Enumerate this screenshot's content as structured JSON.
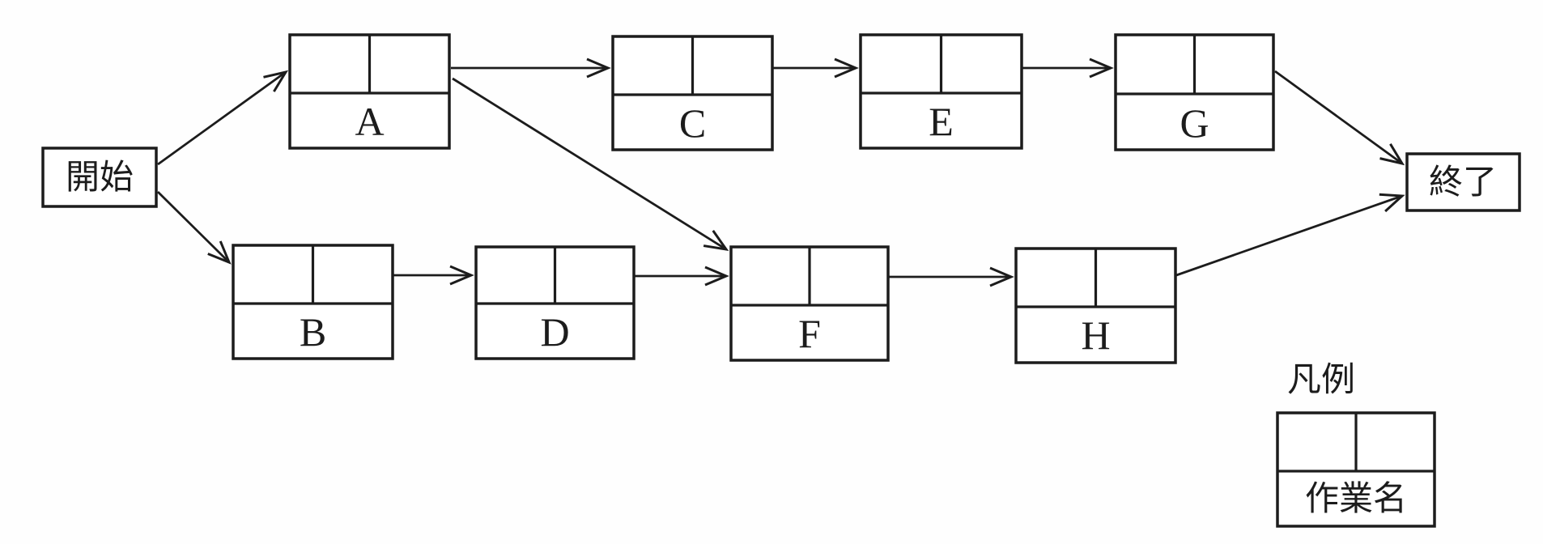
{
  "diagram": {
    "start": {
      "label": "開始"
    },
    "end": {
      "label": "終了"
    },
    "nodes": [
      {
        "id": "A",
        "label": "A"
      },
      {
        "id": "B",
        "label": "B"
      },
      {
        "id": "C",
        "label": "C"
      },
      {
        "id": "D",
        "label": "D"
      },
      {
        "id": "E",
        "label": "E"
      },
      {
        "id": "F",
        "label": "F"
      },
      {
        "id": "G",
        "label": "G"
      },
      {
        "id": "H",
        "label": "H"
      }
    ],
    "edges": [
      {
        "from": "開始",
        "to": "A"
      },
      {
        "from": "開始",
        "to": "B"
      },
      {
        "from": "A",
        "to": "C"
      },
      {
        "from": "A",
        "to": "F"
      },
      {
        "from": "B",
        "to": "D"
      },
      {
        "from": "C",
        "to": "E"
      },
      {
        "from": "D",
        "to": "F"
      },
      {
        "from": "E",
        "to": "G"
      },
      {
        "from": "F",
        "to": "H"
      },
      {
        "from": "G",
        "to": "終了"
      },
      {
        "from": "H",
        "to": "終了"
      }
    ],
    "legend": {
      "title": "凡例",
      "box_label": "作業名"
    }
  },
  "colors": {
    "ink": "#1c1c1c",
    "background": "#fefefe"
  }
}
